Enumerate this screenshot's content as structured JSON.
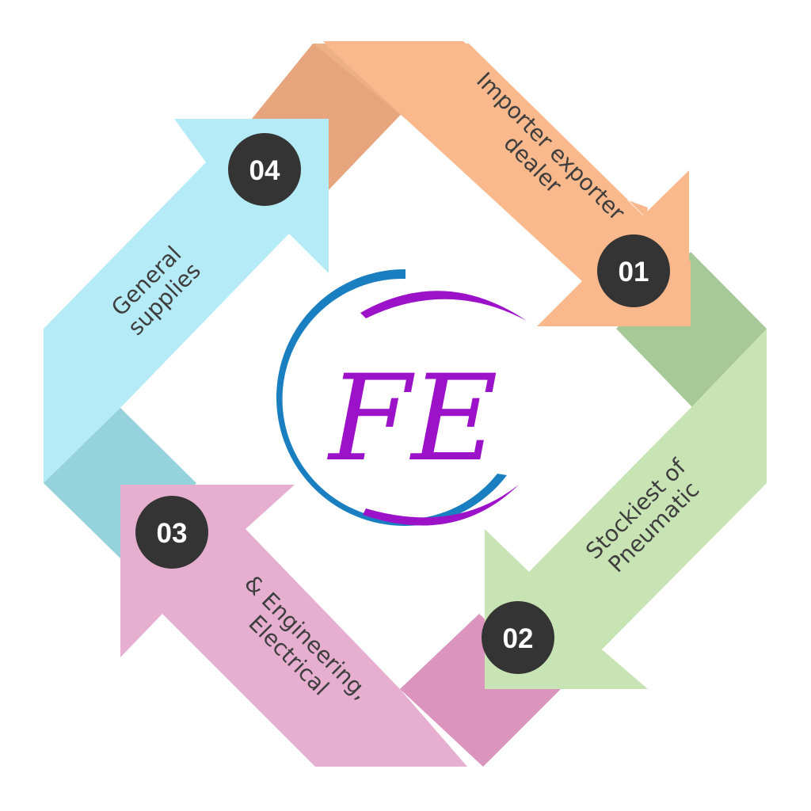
{
  "steps": [
    {
      "number": "01",
      "line1": "Importer exporter",
      "line2": "dealer",
      "color": "#f9b98c",
      "fold": "#e6a57c"
    },
    {
      "number": "02",
      "line1": "Stockiest of",
      "line2": "Pneumatic",
      "color": "#c9e4b4",
      "fold": "#a7c897"
    },
    {
      "number": "03",
      "line1": "& Engineering,",
      "line2": "Electrical",
      "color": "#e6afd0",
      "fold": "#da94bd"
    },
    {
      "number": "04",
      "line1": "General",
      "line2": "supplies",
      "color": "#b5ebf6",
      "fold": "#96d2dc"
    }
  ],
  "logo": {
    "letters": "FE",
    "ring_color": "#1a7fc0",
    "accent_color": "#9b12c9"
  },
  "colors": {
    "badge": "#343434",
    "text": "#3e3e3e"
  }
}
